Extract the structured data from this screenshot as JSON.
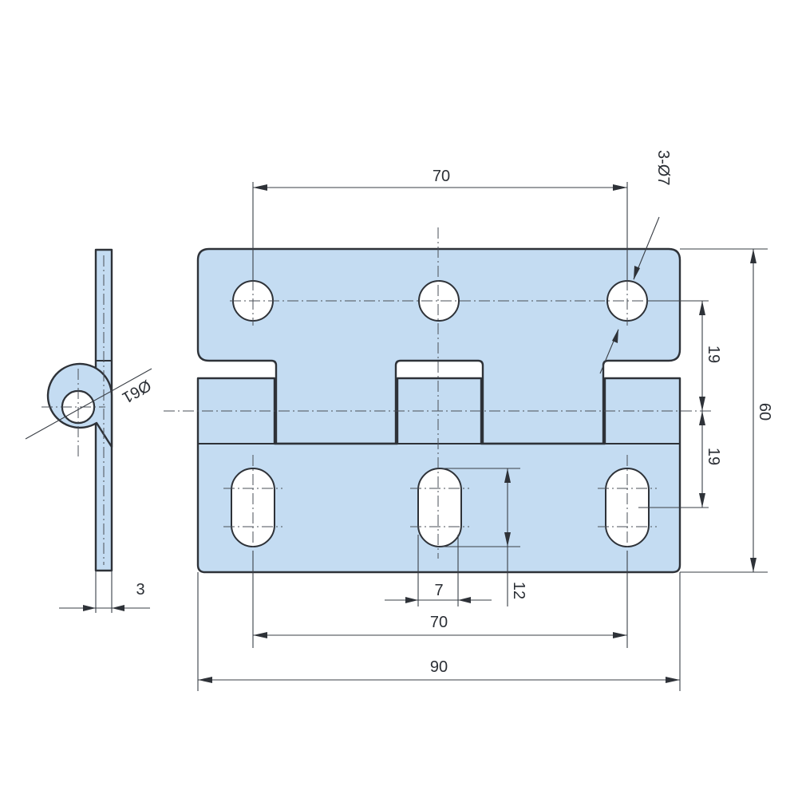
{
  "colors": {
    "part_fill": "#c4dcf2",
    "outline": "#2e3238",
    "background": "#ffffff"
  },
  "dimensions": {
    "top_hole_spacing": "70",
    "hole_callout": "3-Ø7",
    "knuckle_diameter": "Ø61",
    "height_upper": "19",
    "height_lower": "19",
    "overall_height": "60",
    "slot_width": "7",
    "slot_length": "12",
    "bottom_slot_spacing": "70",
    "overall_width": "90",
    "thickness": "3"
  }
}
